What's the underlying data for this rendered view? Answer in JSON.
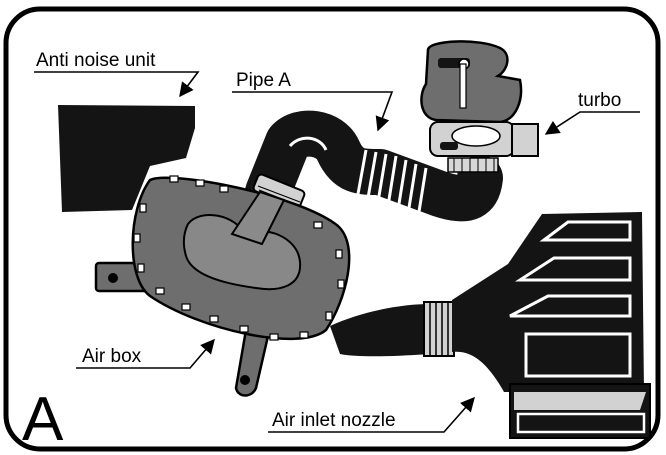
{
  "figure_letter": "A",
  "labels": {
    "anti_noise_unit": "Anti noise unit",
    "pipe_a": "Pipe A",
    "turbo": "turbo",
    "air_box": "Air box",
    "air_inlet_nozzle": "Air inlet nozzle"
  },
  "colors": {
    "frame": "#000000",
    "part_dark": "#141414",
    "part_mid": "#6e6e6e",
    "part_light": "#d2d2d2"
  }
}
